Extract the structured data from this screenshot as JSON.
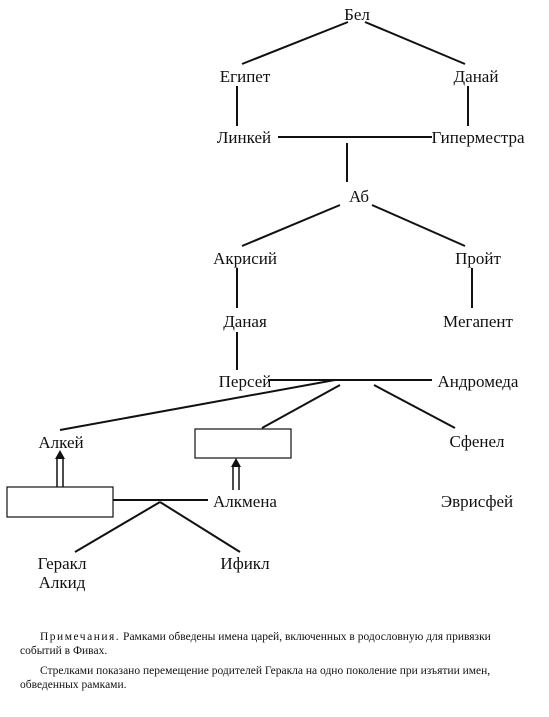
{
  "nodes": {
    "bel": "Бел",
    "egipet": "Египет",
    "danai": "Данай",
    "linkei": "Линкей",
    "gipermestra": "Гиперместра",
    "ab": "Аб",
    "akrisii": "Акрисий",
    "proit": "Пройт",
    "danaya": "Даная",
    "megapent": "Мегапент",
    "persei": "Персей",
    "andromeda": "Андромеда",
    "alkei": "Алкей",
    "sfenel": "Сфенел",
    "alkmena": "Алкмена",
    "evrisfei": "Эврисфей",
    "gerakl": "Геракл",
    "alkid": "Алкид",
    "ifikl": "Ификл"
  },
  "notes": {
    "note1_head": "Примечания.",
    "note1_body": "Рамками обведены имена царей, включенных в родословную для привязки событий в Фивах.",
    "note2": "Стрелками показано перемещение родителей Геракла на одно поколение при изъятии имен, обведенных рамками."
  }
}
